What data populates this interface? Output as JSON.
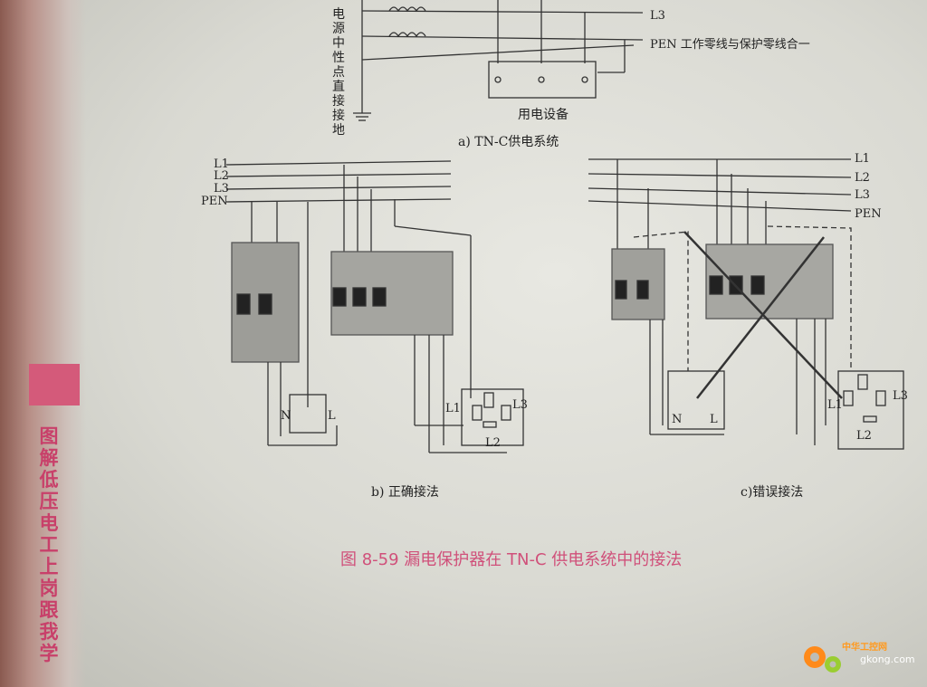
{
  "top_diagram": {
    "vertical_label": [
      "电",
      "源",
      "中",
      "性",
      "点",
      "直",
      "接",
      "接",
      "地"
    ],
    "line_l3": "L3",
    "line_pen": "PEN 工作零线与保护零线合一",
    "equipment": "用电设备",
    "caption": "a) TN-C供电系统"
  },
  "diagram_b": {
    "lines": [
      "L1",
      "L2",
      "L3",
      "PEN"
    ],
    "socket_left": {
      "n": "N",
      "l": "L"
    },
    "socket_right": {
      "l1": "L1",
      "l2": "L2",
      "l3": "L3"
    },
    "caption": "b) 正确接法"
  },
  "diagram_c": {
    "lines": [
      "L1",
      "L2",
      "L3",
      "PEN"
    ],
    "socket_left": {
      "n": "N",
      "l": "L"
    },
    "socket_right": {
      "l1": "L1",
      "l2": "L2",
      "l3": "L3"
    },
    "caption": "c)错误接法"
  },
  "figure_caption": "图 8-59   漏电保护器在 TN-C 供电系统中的接法",
  "side_title": [
    "图",
    "解",
    "低",
    "压",
    "电",
    "工",
    "上",
    "岗",
    "跟",
    "我",
    "学"
  ],
  "watermark": {
    "text": "中华工控网",
    "url": "gkong.com"
  },
  "colors": {
    "accent": "#d0507a",
    "ink": "#222222"
  }
}
